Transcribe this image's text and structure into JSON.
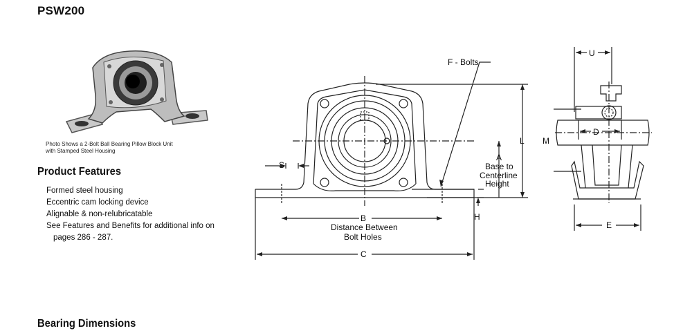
{
  "page": {
    "title": "PSW200"
  },
  "photo": {
    "caption_line1": "Photo Shows a 2-Bolt Ball Bearing Pillow Block Unit",
    "caption_line2": "with Stamped Steel Housing"
  },
  "features": {
    "heading": "Product Features",
    "items": [
      "Formed steel housing",
      "Eccentric cam locking device",
      "Alignable & non-relubricatable",
      "See Features and Benefits for additional info on",
      "pages 286 - 287."
    ]
  },
  "drawing": {
    "label_f": "F - Bolts",
    "label_s": "S",
    "label_l": "L",
    "label_a": "A",
    "label_a_desc1": "Base to",
    "label_a_desc2": "Centerline",
    "label_a_desc3": "Height",
    "label_h": "H",
    "label_b": "B",
    "label_b_desc1": "Distance Between",
    "label_b_desc2": "Bolt Holes",
    "label_c": "C",
    "label_u": "U",
    "label_d": "D",
    "label_m": "M",
    "label_e": "E"
  },
  "dimensions": {
    "heading": "Bearing Dimensions"
  }
}
